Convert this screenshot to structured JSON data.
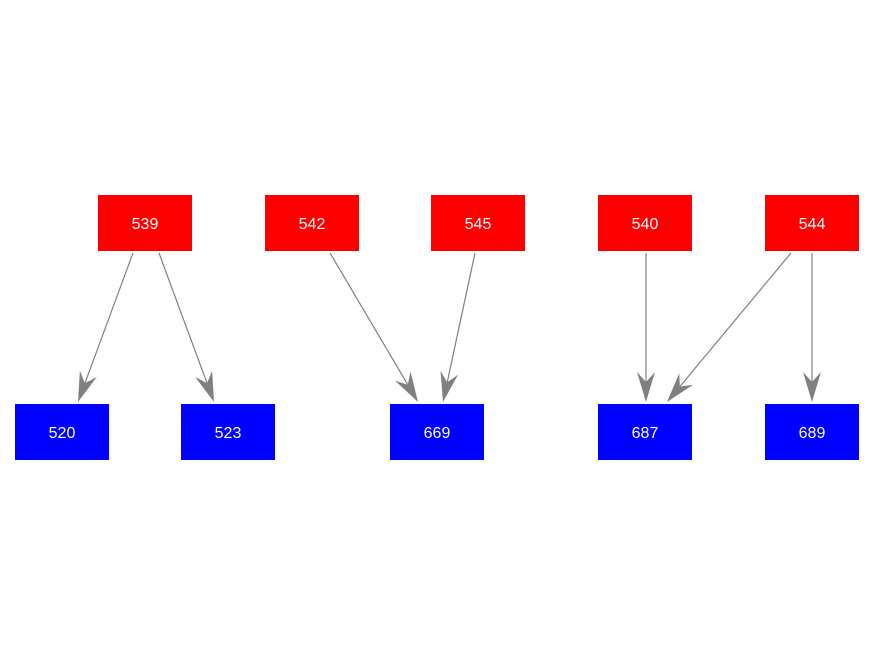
{
  "colors": {
    "source_node": "#ff0000",
    "target_node": "#0000ff",
    "edge": "#808080",
    "label": "#ffffff",
    "background": "#ffffff"
  },
  "nodes": [
    {
      "id": "539",
      "label": "539",
      "group": "source"
    },
    {
      "id": "542",
      "label": "542",
      "group": "source"
    },
    {
      "id": "545",
      "label": "545",
      "group": "source"
    },
    {
      "id": "540",
      "label": "540",
      "group": "source"
    },
    {
      "id": "544",
      "label": "544",
      "group": "source"
    },
    {
      "id": "520",
      "label": "520",
      "group": "target"
    },
    {
      "id": "523",
      "label": "523",
      "group": "target"
    },
    {
      "id": "669",
      "label": "669",
      "group": "target"
    },
    {
      "id": "687",
      "label": "687",
      "group": "target"
    },
    {
      "id": "689",
      "label": "689",
      "group": "target"
    }
  ],
  "edges": [
    {
      "from": "539",
      "to": "520"
    },
    {
      "from": "539",
      "to": "523"
    },
    {
      "from": "542",
      "to": "669"
    },
    {
      "from": "545",
      "to": "669"
    },
    {
      "from": "540",
      "to": "687"
    },
    {
      "from": "544",
      "to": "687"
    },
    {
      "from": "544",
      "to": "689"
    }
  ]
}
